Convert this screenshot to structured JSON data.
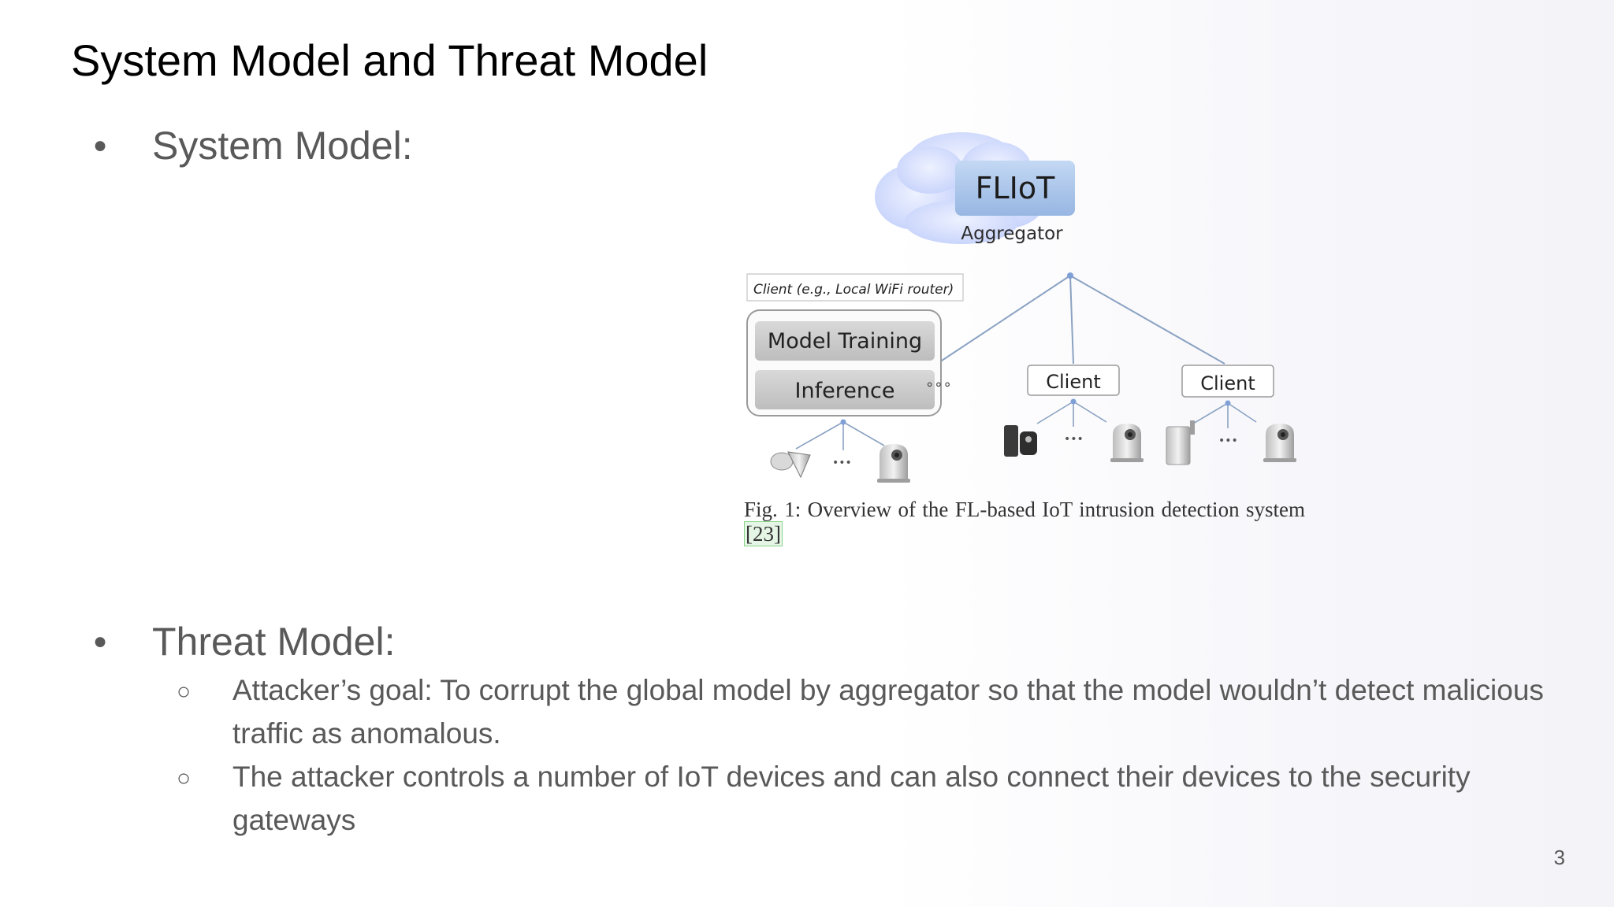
{
  "slide": {
    "title": "System Model and Threat Model",
    "page_number": "3"
  },
  "system_model": {
    "bullet": "●",
    "heading": "System Model:"
  },
  "threat_model": {
    "bullet": "●",
    "heading": "Threat Model:",
    "items": [
      {
        "marker": "○",
        "text": "Attacker’s goal: To corrupt the global model by aggregator so that the model wouldn’t detect malicious traffic as anomalous."
      },
      {
        "marker": "○",
        "text": "The attacker controls a number of IoT devices and can also connect their devices to the security gateways"
      }
    ]
  },
  "figure": {
    "cloud_title": "FLIoT",
    "cloud_subtitle": "Aggregator",
    "client_example_label": "Client (e.g., Local WiFi router)",
    "client_box_items": [
      "Model Training",
      "Inference"
    ],
    "client_labels": [
      "Client",
      "Client"
    ],
    "ellipsis": "∘∘∘",
    "device_ellipsis": "•••",
    "caption_main": "Fig. 1: Overview of the FL-based IoT intrusion detection system",
    "caption_ref": "[23]",
    "icons": [
      "cloud-icon",
      "smart-bulb-icon",
      "ip-camera-icon",
      "smart-plug-icon",
      "router-device-icon"
    ]
  }
}
